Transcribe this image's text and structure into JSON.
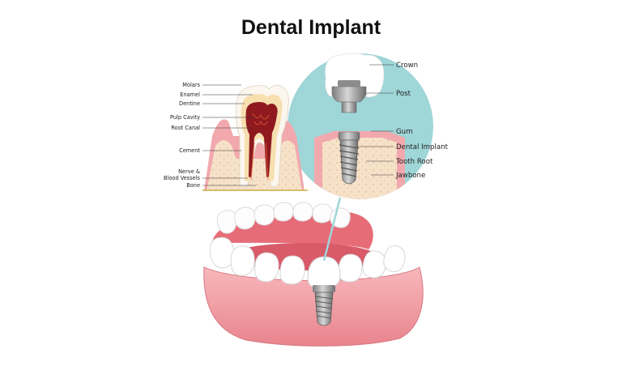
{
  "title": "Dental Implant",
  "labels": {
    "molars": "Molars",
    "enamel": "Enamel",
    "dentine": "Dentine",
    "pulp_cavity": "Pulp Cavity",
    "root_canal": "Root Canal",
    "cement": "Cement",
    "nerve_line1": "Nerve &",
    "nerve_line2": "Blood Vessels",
    "bone": "Bone",
    "crown": "Crown",
    "post": "Post",
    "gum": "Gum",
    "dental_implant": "Dental Implant",
    "tooth_root": "Tooth Root",
    "jawbone": "Jawbone"
  },
  "colors": {
    "zoom_circle": "#9fd6d8",
    "gum": "#f2a9ae",
    "gum_dark": "#e07d86",
    "bone": "#f6e1c9",
    "pulp": "#8e1a1f",
    "dentine": "#f7dfb0",
    "enamel": "#fbf6ee",
    "metal": "#a9a9a9",
    "metal_dark": "#6f6f6f"
  }
}
